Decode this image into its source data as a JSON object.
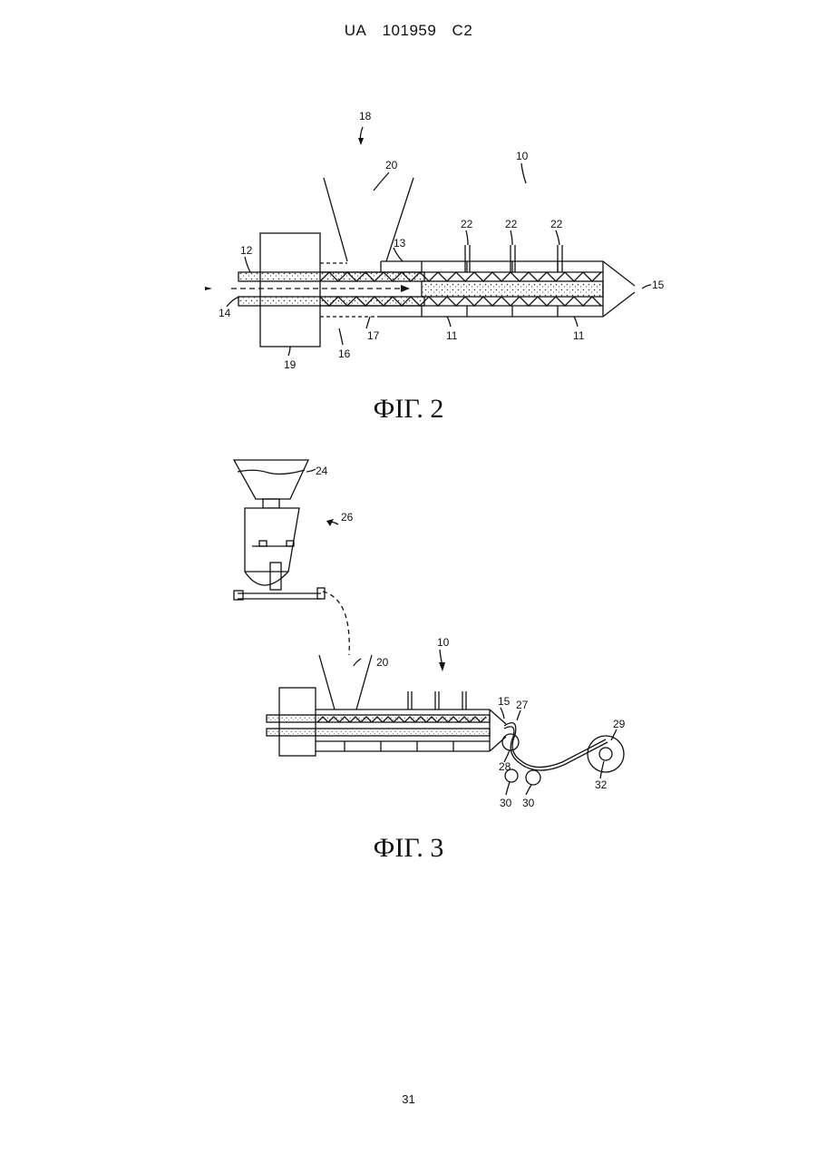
{
  "header": {
    "country": "UA",
    "number": "101959",
    "kind": "C2"
  },
  "fig2": {
    "caption": "ФІГ. 2",
    "labels": {
      "l18": "18",
      "l20": "20",
      "l10": "10",
      "l22a": "22",
      "l22b": "22",
      "l22c": "22",
      "l12": "12",
      "l13": "13",
      "l15": "15",
      "l14": "14",
      "l17": "17",
      "l11a": "11",
      "l11b": "11",
      "l16": "16",
      "l19": "19"
    }
  },
  "fig3": {
    "caption": "ФІГ. 3",
    "labels": {
      "l24": "24",
      "l26": "26",
      "l10": "10",
      "l20": "20",
      "l15": "15",
      "l27": "27",
      "l29": "29",
      "l28": "28",
      "l30a": "30",
      "l30b": "30",
      "l32": "32"
    }
  },
  "page_number": "31"
}
